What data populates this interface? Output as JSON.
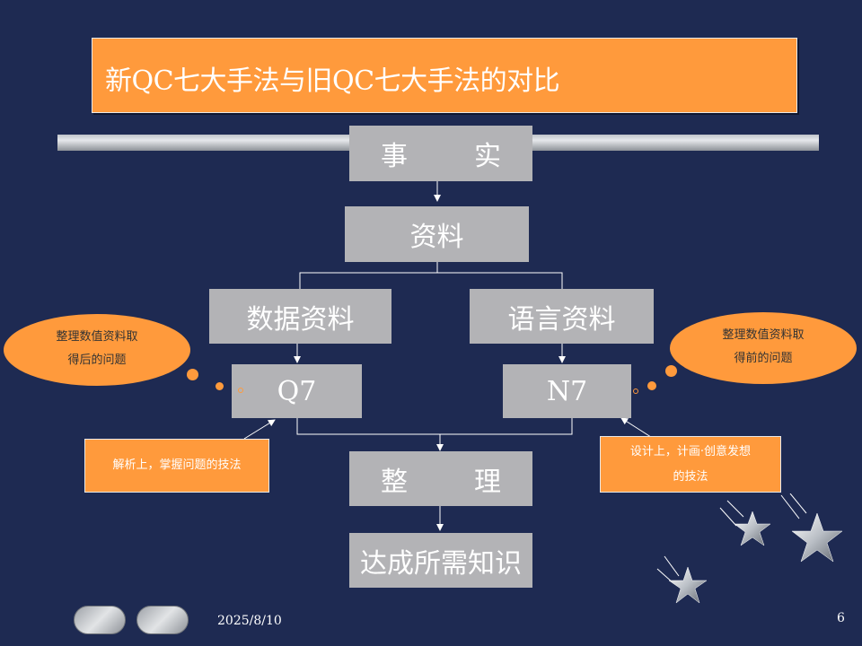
{
  "title": "新QC七大手法与旧QC七大手法的对比",
  "nodes": {
    "fact": "事　实",
    "data": "资料",
    "numeric": "数据资料",
    "verbal": "语言资料",
    "q7": "Q7",
    "n7": "N7",
    "organize": "整　理",
    "knowledge": "达成所需知识"
  },
  "clouds": {
    "left_line1": "整理数值资料取",
    "left_line2": "得后的问题",
    "right_line1": "整理数值资料取",
    "right_line2": "得前的问题"
  },
  "notes": {
    "left": "解析上，掌握问题的技法",
    "right_line1": "设计上，计画·创意发想",
    "right_line2": "的技法"
  },
  "footer": {
    "date": "2025/8/10",
    "page": "6"
  },
  "colors": {
    "background": "#1e2a52",
    "accent": "#ff9a3c",
    "node": "#b3b3b6"
  },
  "icons": [
    "star-icon",
    "star-icon",
    "star-icon"
  ]
}
